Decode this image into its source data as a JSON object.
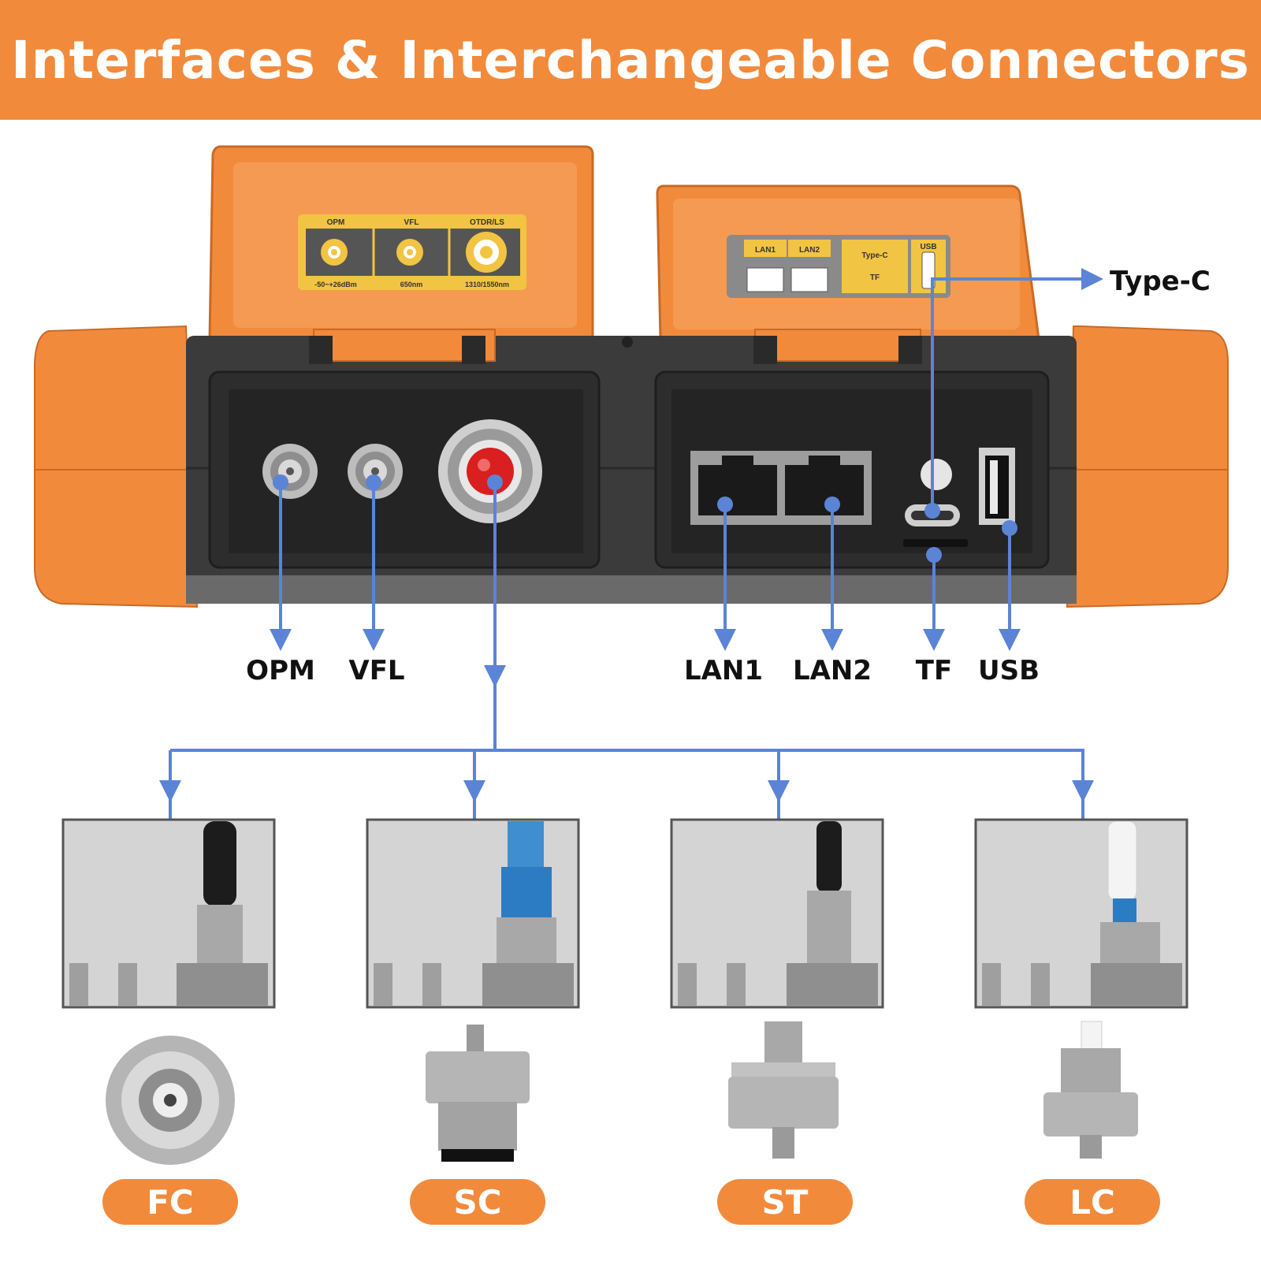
{
  "banner": {
    "title": "Interfaces & Interchangeable Connectors"
  },
  "cover_left": {
    "ports": [
      "OPM",
      "VFL",
      "OTDR/LS"
    ],
    "specs": [
      "-50~+26dBm",
      "650nm",
      "1310/1550nm"
    ]
  },
  "cover_right": {
    "ports": [
      "LAN1",
      "LAN2",
      "Type-C",
      "TF",
      "USB"
    ]
  },
  "labels": {
    "opm": "OPM",
    "vfl": "VFL",
    "lan1": "LAN1",
    "lan2": "LAN2",
    "tf": "TF",
    "usb": "USB",
    "type_c": "Type-C"
  },
  "connectors": [
    "FC",
    "SC",
    "ST",
    "LC"
  ],
  "colors": {
    "orange": "#f28a3c",
    "arrow_blue": "#5b84d6",
    "device_body": "#3b3b3b",
    "label_bg": "#f2c443"
  }
}
